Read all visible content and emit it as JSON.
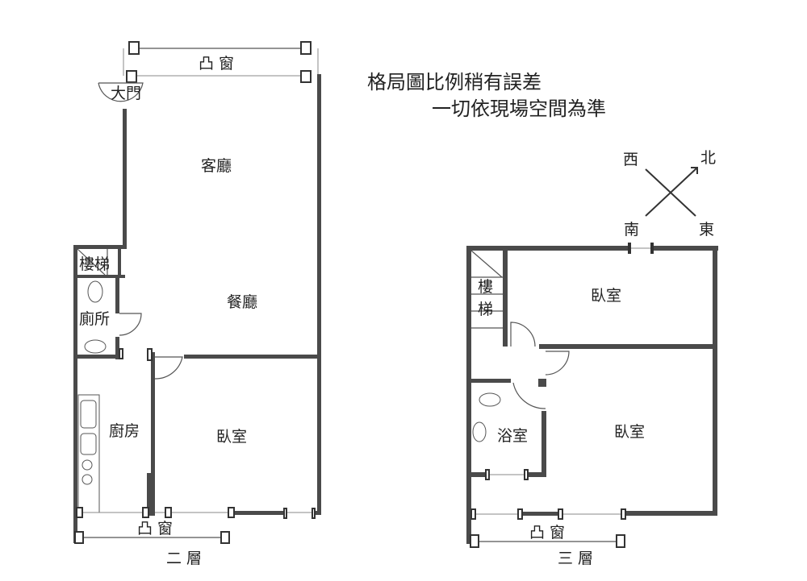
{
  "notes": {
    "line1": "格局圖比例稍有誤差",
    "line2": "一切依現場空間為準"
  },
  "compass": {
    "west": "西",
    "north": "北",
    "south": "南",
    "east": "東"
  },
  "floor2": {
    "title": "二 層",
    "rooms": {
      "door": "大門",
      "bay_top": "凸 窗",
      "living": "客廳",
      "dining": "餐廳",
      "stairs": "樓梯",
      "toilet": "廁所",
      "kitchen": "廚房",
      "bedroom": "臥室",
      "bay_bottom": "凸 窗"
    }
  },
  "floor3": {
    "title": "三 層",
    "rooms": {
      "stairs_1": "樓",
      "stairs_2": "梯",
      "bedroom_1": "臥室",
      "bathroom": "浴室",
      "bedroom_2": "臥室",
      "bay": "凸 窗"
    }
  }
}
